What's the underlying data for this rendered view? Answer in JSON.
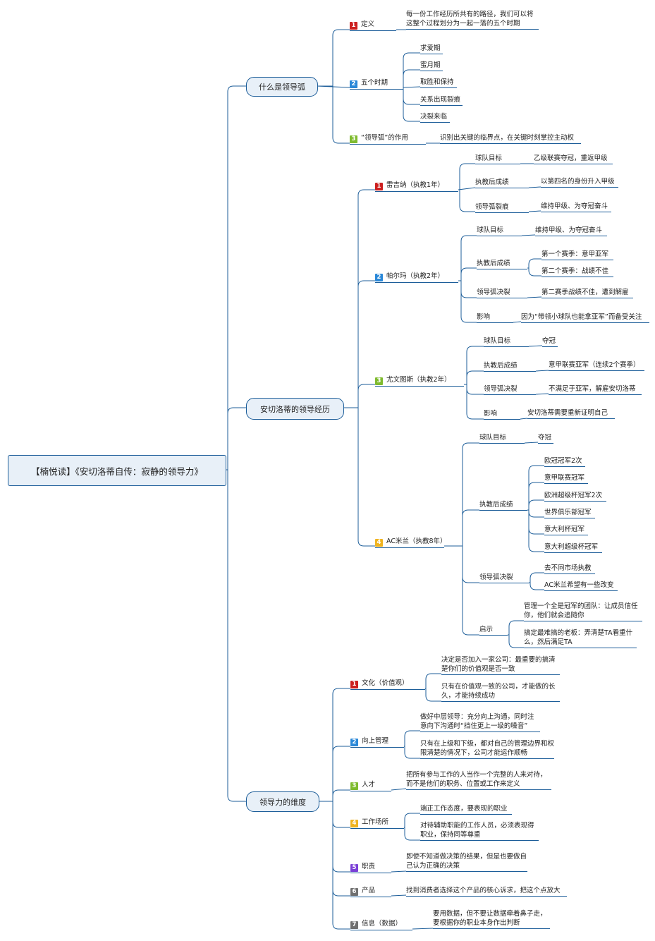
{
  "root": "【楠悦读】《安切洛蒂自传：寂静的领导力》",
  "colors": {
    "line": "#1c5d99",
    "red": "#cc1f1f",
    "blue": "#2a88d8",
    "green": "#7fbb2f",
    "yellow": "#f0b420",
    "purple": "#7a3fd6",
    "gray": "#707070"
  },
  "b1": {
    "title": "什么是领导弧",
    "items": [
      {
        "n": "1",
        "label": "定义",
        "desc": "每一份工作经历所共有的路径，我们可以将这整个过程划分为一起一落的五个时期"
      },
      {
        "n": "2",
        "label": "五个时期",
        "subs": [
          "求爱期",
          "蜜月期",
          "取胜和保持",
          "关系出现裂痕",
          "决裂来临"
        ]
      },
      {
        "n": "3",
        "label": "“领导弧”的作用",
        "desc": "识别出关键的临界点，在关键时刻掌控主动权"
      }
    ]
  },
  "b2": {
    "title": "安切洛蒂的领导经历",
    "items": [
      {
        "n": "1",
        "label": "雷吉纳（执教1年）",
        "rows": [
          {
            "k": "球队目标",
            "v": [
              "乙级联赛夺冠，重返甲级"
            ]
          },
          {
            "k": "执教后成绩",
            "v": [
              "以第四名的身份升入甲级"
            ]
          },
          {
            "k": "领导弧裂痕",
            "v": [
              "维持甲级、为夺冠奋斗"
            ]
          }
        ]
      },
      {
        "n": "2",
        "label": "帕尔玛（执教2年）",
        "rows": [
          {
            "k": "球队目标",
            "v": [
              "维持甲级、为夺冠奋斗"
            ]
          },
          {
            "k": "执教后成绩",
            "v": [
              "第一个赛季：意甲亚军",
              "第二个赛季：战绩不佳"
            ]
          },
          {
            "k": "领导弧决裂",
            "v": [
              "第二赛季战绩不佳，遭到解雇"
            ]
          },
          {
            "k": "影响",
            "v": [
              "因为“带领小球队也能拿亚军”而备受关注"
            ]
          }
        ]
      },
      {
        "n": "3",
        "label": "尤文图斯（执教2年）",
        "rows": [
          {
            "k": "球队目标",
            "v": [
              "夺冠"
            ]
          },
          {
            "k": "执教后成绩",
            "v": [
              "意甲联赛亚军（连续2个赛季）"
            ]
          },
          {
            "k": "领导弧决裂",
            "v": [
              "不满足于亚军，解雇安切洛蒂"
            ]
          },
          {
            "k": "影响",
            "v": [
              "安切洛蒂需要重新证明自己"
            ]
          }
        ]
      },
      {
        "n": "4",
        "label": "AC米兰（执教8年）",
        "rows": [
          {
            "k": "球队目标",
            "v": [
              "夺冠"
            ]
          },
          {
            "k": "执教后成绩",
            "v": [
              "欧冠冠军2次",
              "意甲联赛冠军",
              "欧洲超级杯冠军2次",
              "世界俱乐部冠军",
              "意大利杯冠军",
              "意大利超级杯冠军"
            ]
          },
          {
            "k": "领导弧决裂",
            "v": [
              "去不同市场执教",
              "AC米兰希望有一些改变"
            ]
          },
          {
            "k": "启示",
            "v": [
              "管理一个全是冠军的团队：让成员信任你，他们就会追随你",
              "搞定最难搞的老板：弄清楚TA看重什么，然后满足TA"
            ]
          }
        ]
      }
    ]
  },
  "b3": {
    "title": "领导力的维度",
    "items": [
      {
        "n": "1",
        "label": "文化（价值观）",
        "descs": [
          "决定是否加入一家公司：最重要的搞清楚你们的价值观是否一致",
          "只有在价值观一致的公司，才能做的长久，才能持续成功"
        ]
      },
      {
        "n": "2",
        "label": "向上管理",
        "descs": [
          "做好中层领导：充分向上沟通，同时注意向下沟通时“挡住更上一级的噪音”",
          "只有在上级和下级，都对自己的管理边界和权限清楚的情况下，公司才能运作顺畅"
        ]
      },
      {
        "n": "3",
        "label": "人才",
        "descs": [
          "把所有参与工作的人当作一个完整的人来对待，而不是他们的职务、位置或工作来定义"
        ]
      },
      {
        "n": "4",
        "label": "工作场所",
        "descs": [
          "端正工作态度，要表现的职业",
          "对待辅助职能的工作人员，必须表现得职业，保持同等尊重"
        ]
      },
      {
        "n": "5",
        "label": "职责",
        "descs": [
          "即使不知道做决策的结果，但是也要做自己认为正确的决策"
        ]
      },
      {
        "n": "6",
        "label": "产品",
        "descs": [
          "找到消费者选择这个产品的核心诉求，把这个点放大"
        ]
      },
      {
        "n": "7",
        "label": "信息（数据）",
        "descs": [
          "要用数据，但不要让数据牵着鼻子走，要根据你的职业本身作出判断"
        ]
      }
    ]
  }
}
